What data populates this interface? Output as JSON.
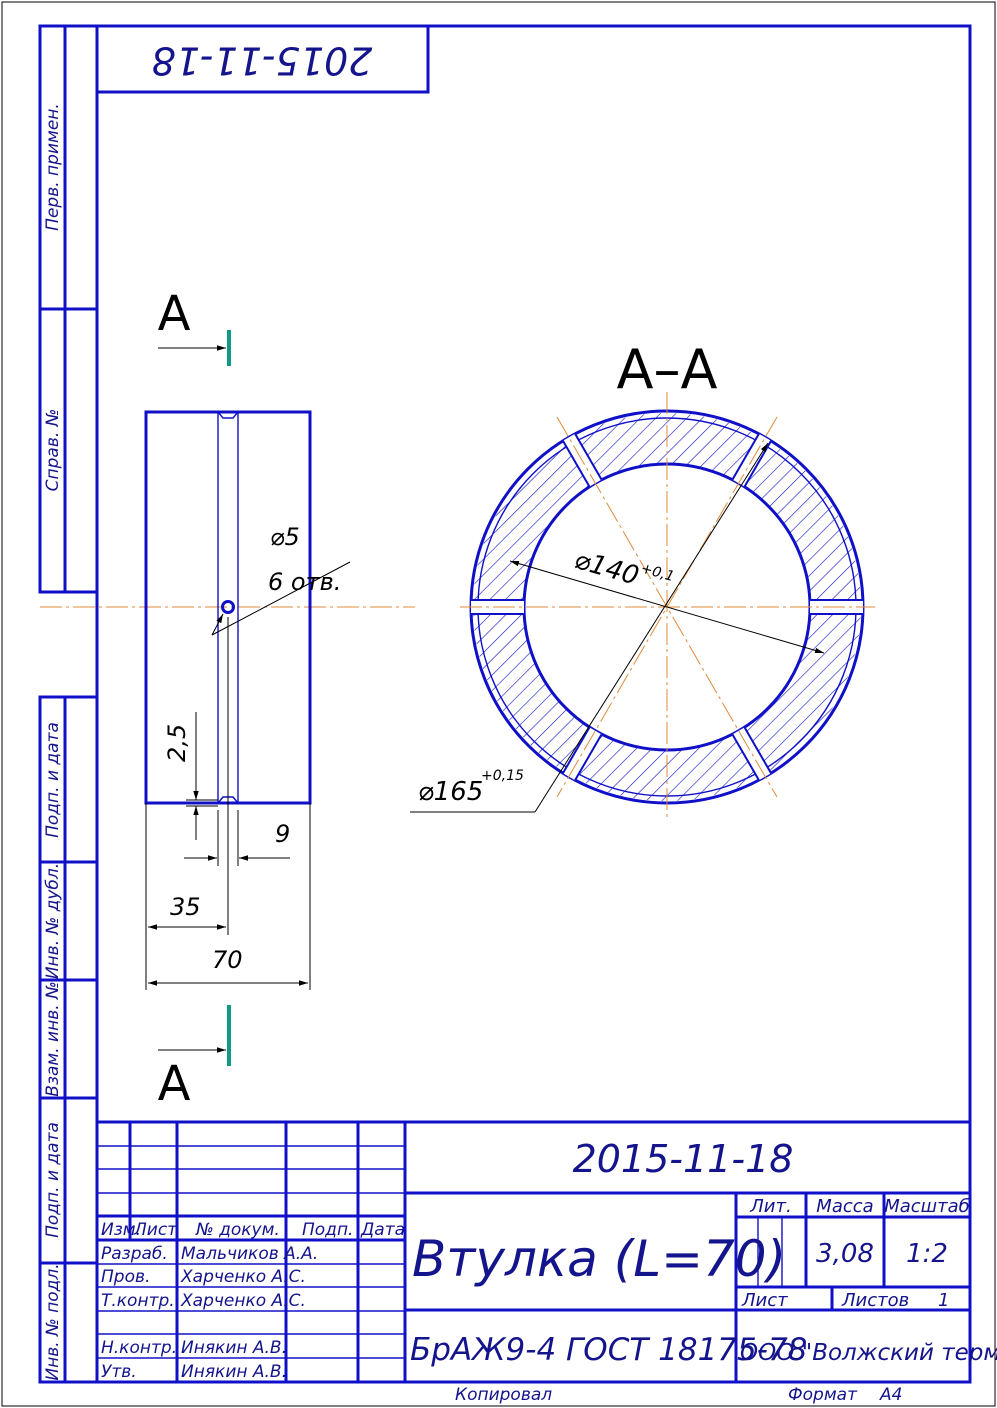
{
  "rotated_date": "2015-11-18",
  "side_labels": {
    "perv_primen": "Перв. примен.",
    "sprav_no": "Справ. №",
    "podp_data_1": "Подп. и дата",
    "inv_dubl": "Инв. № дубл.",
    "vzam_inv": "Взам. инв. №",
    "podp_data_2": "Подп. и дата",
    "inv_podl": "Инв. № подл."
  },
  "drawing": {
    "section_mark": "А",
    "section_title": "А–А",
    "hole_dia": "⌀5",
    "hole_count": "6 отв.",
    "dim_2_5": "2,5",
    "dim_9": "9",
    "dim_35": "35",
    "dim_70": "70",
    "inner_dia": "⌀140",
    "inner_tol": "+0,1",
    "outer_dia": "⌀165",
    "outer_tol": "+0,15"
  },
  "title_block": {
    "date": "2015-11-18",
    "part_name": "Втулка (L=70)",
    "material": "БрАЖ9-4  ГОСТ 18175-78",
    "company": "ООО \"Волжский терминал\"",
    "head_lit": "Лит.",
    "head_massa": "Масса",
    "head_masshtab": "Масштаб",
    "massa": "3,08",
    "masshtab": "1:2",
    "list_label": "Лист",
    "listov_label": "Листов",
    "listov_value": "1",
    "col_izm": "Изм.",
    "col_list": "Лист",
    "col_dokum": "№ докум.",
    "col_podp": "Подп.",
    "col_data": "Дата",
    "row_razrab": "Разраб.",
    "row_prov": "Пров.",
    "row_tkontr": "Т.контр.",
    "row_nkontr": "Н.контр.",
    "row_utv": "Утв.",
    "name_razrab": "Мальчиков А.А.",
    "name_prov": "Харченко А.С.",
    "name_tkontr": "Харченко А.С.",
    "name_nkontr": "Инякин А.В.",
    "name_utv": "Инякин А.В.",
    "kopiroval": "Копировал",
    "format_label": "Формат",
    "format_value": "А4"
  }
}
